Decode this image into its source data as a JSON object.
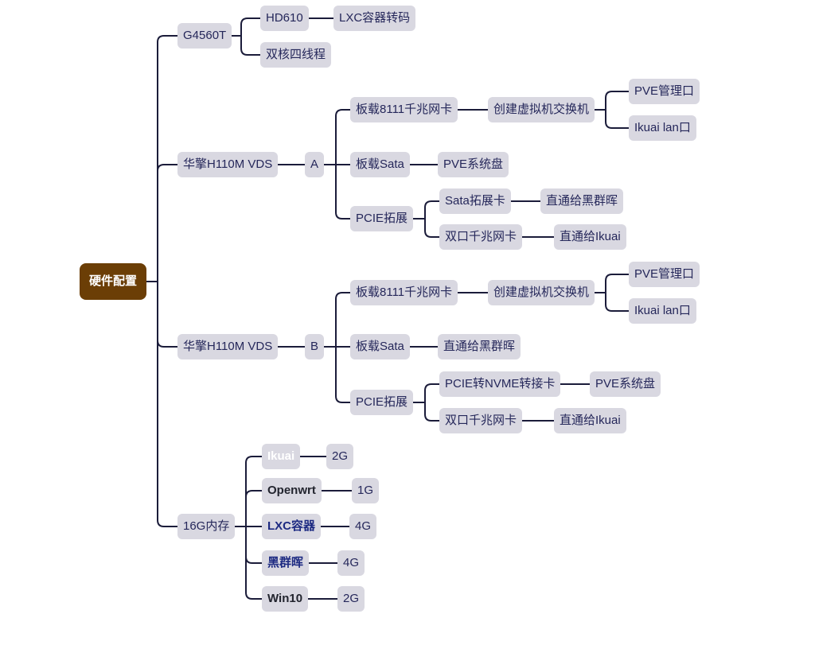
{
  "mindmap": {
    "root": "硬件配置",
    "children": [
      {
        "label": "G4560T",
        "children": [
          {
            "label": "HD610",
            "children": [
              {
                "label": "LXC容器转码"
              }
            ]
          },
          {
            "label": "双核四线程"
          }
        ]
      },
      {
        "label": "华擎H110M VDS",
        "children": [
          {
            "label": "A",
            "children": [
              {
                "label": "板载8111千兆网卡",
                "children": [
                  {
                    "label": "创建虚拟机交换机",
                    "children": [
                      {
                        "label": "PVE管理口"
                      },
                      {
                        "label": "Ikuai lan口"
                      }
                    ]
                  }
                ]
              },
              {
                "label": "板载Sata",
                "children": [
                  {
                    "label": "PVE系统盘"
                  }
                ]
              },
              {
                "label": "PCIE拓展",
                "children": [
                  {
                    "label": "Sata拓展卡",
                    "children": [
                      {
                        "label": "直通给黑群晖"
                      }
                    ]
                  },
                  {
                    "label": "双口千兆网卡",
                    "children": [
                      {
                        "label": "直通给Ikuai"
                      }
                    ]
                  }
                ]
              }
            ]
          }
        ]
      },
      {
        "label": "华擎H110M VDS",
        "children": [
          {
            "label": "B",
            "children": [
              {
                "label": "板载8111千兆网卡",
                "children": [
                  {
                    "label": "创建虚拟机交换机",
                    "children": [
                      {
                        "label": "PVE管理口"
                      },
                      {
                        "label": "Ikuai lan口"
                      }
                    ]
                  }
                ]
              },
              {
                "label": "板载Sata",
                "children": [
                  {
                    "label": "直通给黑群晖"
                  }
                ]
              },
              {
                "label": "PCIE拓展",
                "children": [
                  {
                    "label": "PCIE转NVME转接卡",
                    "children": [
                      {
                        "label": "PVE系统盘"
                      }
                    ]
                  },
                  {
                    "label": "双口千兆网卡",
                    "children": [
                      {
                        "label": "直通给Ikuai"
                      }
                    ]
                  }
                ]
              }
            ]
          }
        ]
      },
      {
        "label": "16G内存",
        "children": [
          {
            "label": "Ikuai",
            "children": [
              {
                "label": "2G"
              }
            ]
          },
          {
            "label": "Openwrt",
            "children": [
              {
                "label": "1G"
              }
            ]
          },
          {
            "label": "LXC容器",
            "children": [
              {
                "label": "4G"
              }
            ]
          },
          {
            "label": "黑群晖",
            "children": [
              {
                "label": "4G"
              }
            ]
          },
          {
            "label": "Win10",
            "children": [
              {
                "label": "2G"
              }
            ]
          }
        ]
      }
    ]
  },
  "colors": {
    "root_bg": "#6b3e06",
    "node_bg": "#d9d8e1",
    "node_text": "#25275a",
    "line": "#1b1c3a"
  }
}
